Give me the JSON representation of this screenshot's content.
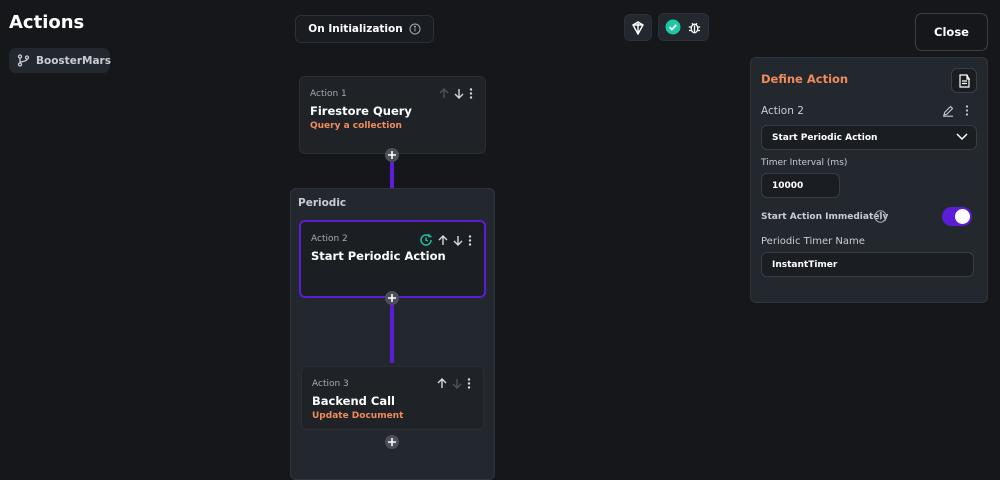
{
  "header": {
    "title": "Actions",
    "branch": "BoosterMars",
    "trigger": "On Initialization",
    "close_label": "Close"
  },
  "flow": {
    "group_label": "Periodic",
    "actions": [
      {
        "label": "Action 1",
        "name": "Firestore Query",
        "sub": "Query a collection"
      },
      {
        "label": "Action 2",
        "name": "Start Periodic Action",
        "sub": ""
      },
      {
        "label": "Action 3",
        "name": "Backend Call",
        "sub": "Update Document"
      }
    ]
  },
  "panel": {
    "title": "Define Action",
    "action_label": "Action 2",
    "action_type": "Start Periodic Action",
    "interval_label": "Timer Interval (ms)",
    "interval_value": "10000",
    "immediate_label": "Start Action Immediately",
    "immediate_on": true,
    "timer_name_label": "Periodic Timer Name",
    "timer_name_value": "InstantTimer"
  },
  "colors": {
    "accent": "#5b1dd6",
    "orange": "#f08b5c",
    "teal": "#1ec8a5"
  }
}
